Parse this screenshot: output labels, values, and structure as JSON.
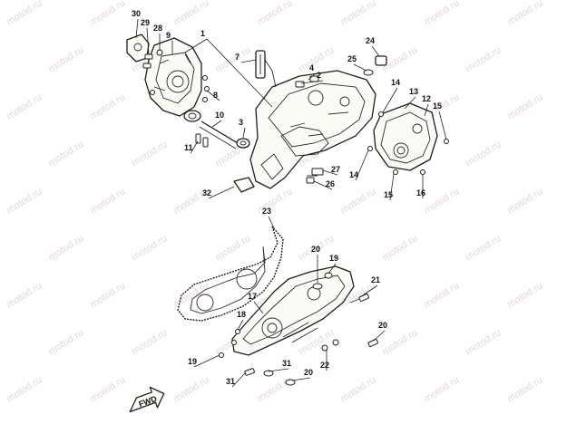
{
  "diagram": {
    "watermark": "motod.ru",
    "direction_arrow": "FWD",
    "callouts": [
      {
        "id": "c30",
        "label": "30"
      },
      {
        "id": "c29",
        "label": "29"
      },
      {
        "id": "c28",
        "label": "28"
      },
      {
        "id": "c9",
        "label": "9"
      },
      {
        "id": "c1",
        "label": "1"
      },
      {
        "id": "c7",
        "label": "7"
      },
      {
        "id": "c4",
        "label": "4"
      },
      {
        "id": "c2",
        "label": "2"
      },
      {
        "id": "c25",
        "label": "25"
      },
      {
        "id": "c24",
        "label": "24"
      },
      {
        "id": "c8",
        "label": "8"
      },
      {
        "id": "c10",
        "label": "10"
      },
      {
        "id": "c3",
        "label": "3"
      },
      {
        "id": "c11",
        "label": "11"
      },
      {
        "id": "c14a",
        "label": "14"
      },
      {
        "id": "c13",
        "label": "13"
      },
      {
        "id": "c12",
        "label": "12"
      },
      {
        "id": "c15a",
        "label": "15"
      },
      {
        "id": "c27",
        "label": "27"
      },
      {
        "id": "c26",
        "label": "26"
      },
      {
        "id": "c14b",
        "label": "14"
      },
      {
        "id": "c15b",
        "label": "15"
      },
      {
        "id": "c16",
        "label": "16"
      },
      {
        "id": "c32",
        "label": "32"
      },
      {
        "id": "c23",
        "label": "23"
      },
      {
        "id": "c20a",
        "label": "20"
      },
      {
        "id": "c19a",
        "label": "19"
      },
      {
        "id": "c21",
        "label": "21"
      },
      {
        "id": "c17",
        "label": "17"
      },
      {
        "id": "c18",
        "label": "18"
      },
      {
        "id": "c20b",
        "label": "20"
      },
      {
        "id": "c19b",
        "label": "19"
      },
      {
        "id": "c31a",
        "label": "31"
      },
      {
        "id": "c22",
        "label": "22"
      },
      {
        "id": "c20c",
        "label": "20"
      },
      {
        "id": "c31b",
        "label": "31"
      }
    ]
  }
}
